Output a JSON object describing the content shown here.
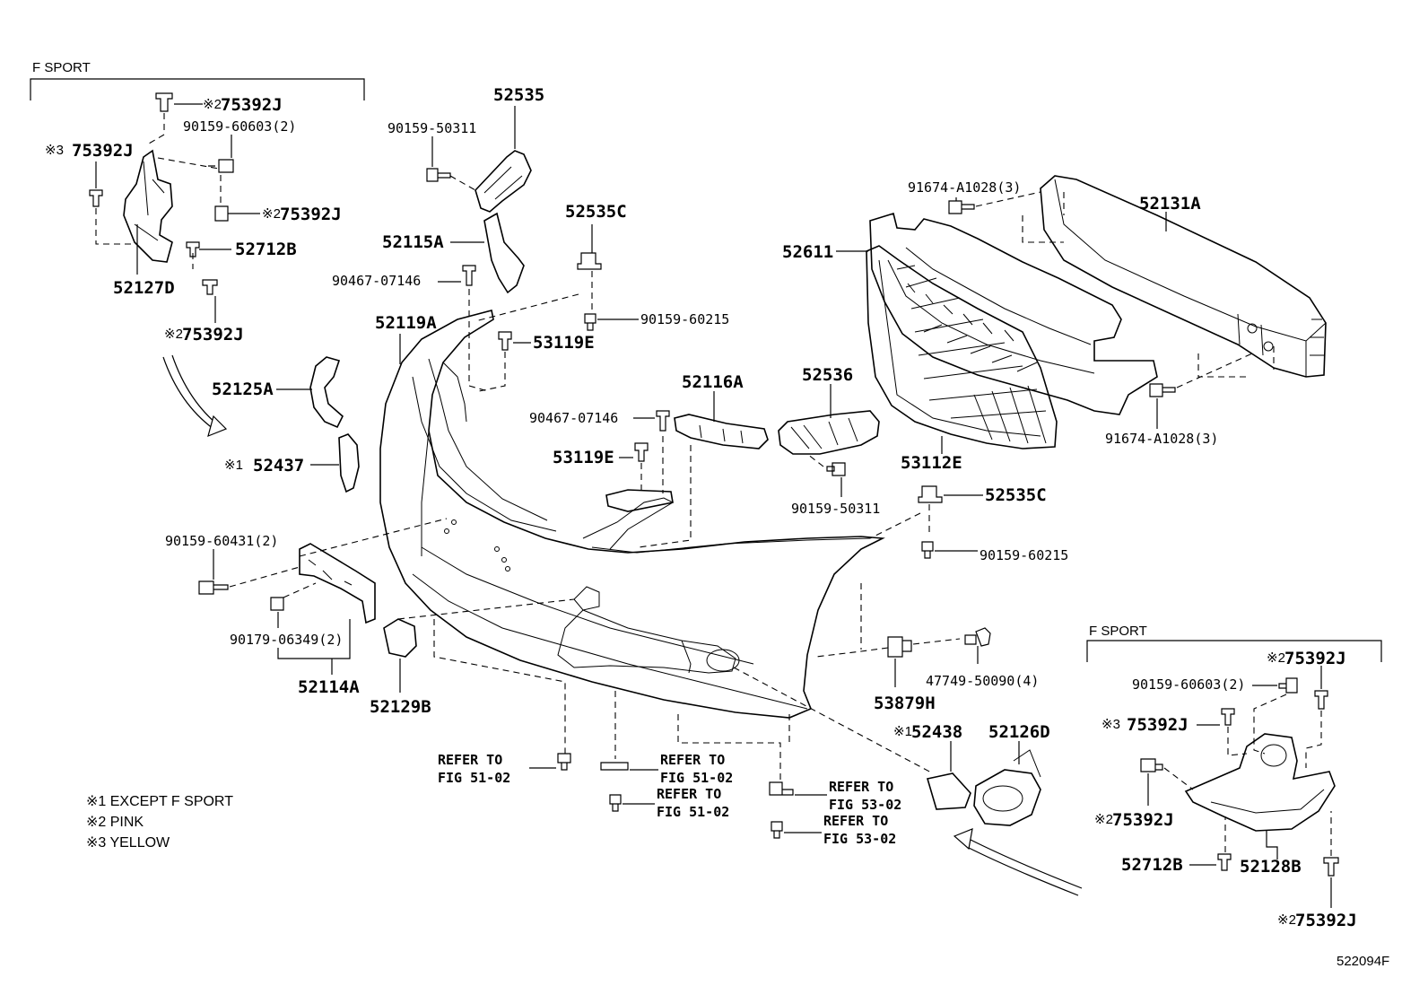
{
  "headers": {
    "f_sport_left": "F SPORT",
    "f_sport_right": "F SPORT"
  },
  "marks": {
    "m1": "※1",
    "m2": "※2",
    "m3": "※3"
  },
  "labels": {
    "p52535": "52535",
    "p90159_50311_top": "90159-50311",
    "p52535C_top": "52535C",
    "p52115A": "52115A",
    "p90467_07146_top": "90467-07146",
    "p90159_60215_top": "90159-60215",
    "p52119A": "52119A",
    "p53119E_top": "53119E",
    "p52125A": "52125A",
    "p52437": "52437",
    "p52116A": "52116A",
    "p90467_07146_mid": "90467-07146",
    "p53119E_mid": "53119E",
    "p52536": "52536",
    "p90159_50311_mid": "90159-50311",
    "p53112E": "53112E",
    "p52611": "52611",
    "p91674_top": "91674-A1028(3)",
    "p52131A": "52131A",
    "p91674_bot": "91674-A1028(3)",
    "p52535C_mid": "52535C",
    "p90159_60215_mid": "90159-60215",
    "p90159_60431": "90159-60431(2)",
    "p90179_06349": "90179-06349(2)",
    "p52114A": "52114A",
    "p52129B": "52129B",
    "p53879H": "53879H",
    "p47749": "47749-50090(4)",
    "p52438": "52438",
    "p52126D": "52126D",
    "l75392J_a": "75392J",
    "l90159_60603_l": "90159-60603(2)",
    "l75392J_b": "75392J",
    "l75392J_c": "75392J",
    "l52712B_l": "52712B",
    "l52127D": "52127D",
    "l75392J_d": "75392J",
    "r75392J_a": "75392J",
    "r90159_60603": "90159-60603(2)",
    "r75392J_b": "75392J",
    "r75392J_c": "75392J",
    "r52712B": "52712B",
    "r52128B": "52128B",
    "r75392J_d": "75392J"
  },
  "refers": {
    "r1a": "REFER TO",
    "r1b": "FIG 51-02",
    "r2a": "REFER TO",
    "r2b": "FIG 51-02",
    "r3a": "REFER TO",
    "r3b": "FIG 51-02",
    "r4a": "REFER TO",
    "r4b": "FIG 53-02",
    "r5a": "REFER TO",
    "r5b": "FIG 53-02"
  },
  "notes": {
    "n1": "※1 EXCEPT F SPORT",
    "n2": "※2 PINK",
    "n3": "※3 YELLOW"
  },
  "figure_id": "522094F"
}
